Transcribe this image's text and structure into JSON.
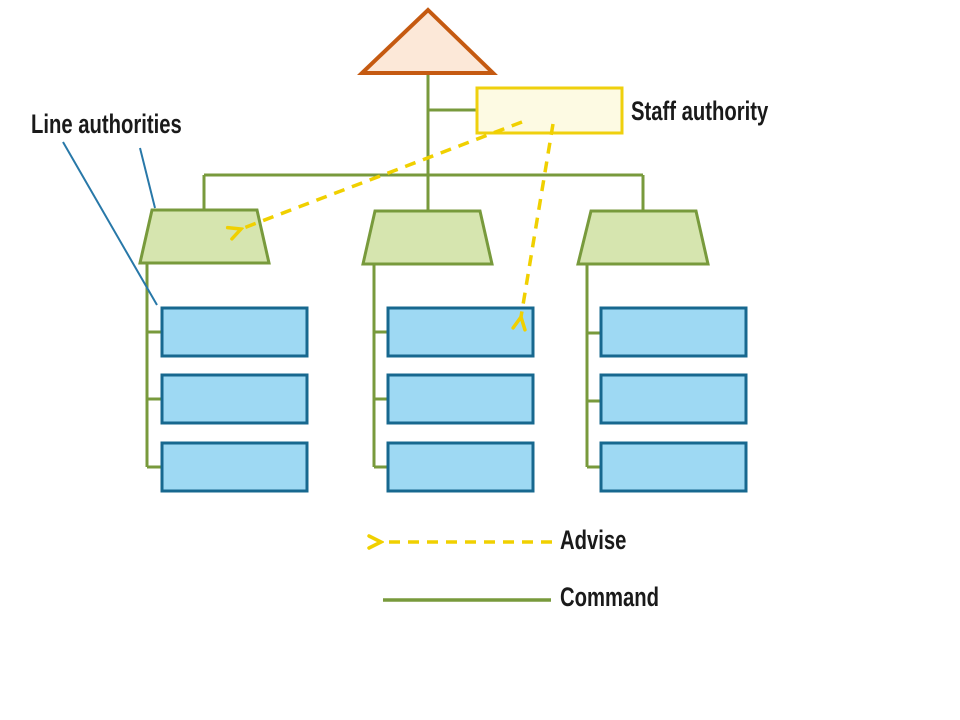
{
  "slide": {
    "labels": {
      "line_authorities": "Line authorities",
      "staff_authority": "Staff authority"
    },
    "legend": {
      "advise_label": "Advise",
      "command_label": "Command"
    },
    "structure": {
      "top_node_shape": "triangle",
      "staff_node_shape": "rectangle",
      "line_authority_count": 3,
      "subordinates_per_line_authority": 3
    },
    "colors": {
      "triangle_fill": "#FCE8D8",
      "triangle_stroke": "#C55A11",
      "staff_box_fill": "#FDFAE3",
      "staff_box_stroke": "#EFD00D",
      "advise_yellow": "#F0D000",
      "command_green": "#789A3C",
      "trapezoid_fill": "#D6E5AF",
      "trapezoid_stroke": "#789A3C",
      "subordinate_fill": "#9ED9F3",
      "subordinate_stroke": "#17688F",
      "leader_line_blue": "#2878A8",
      "text": "#1A1A1A"
    }
  }
}
